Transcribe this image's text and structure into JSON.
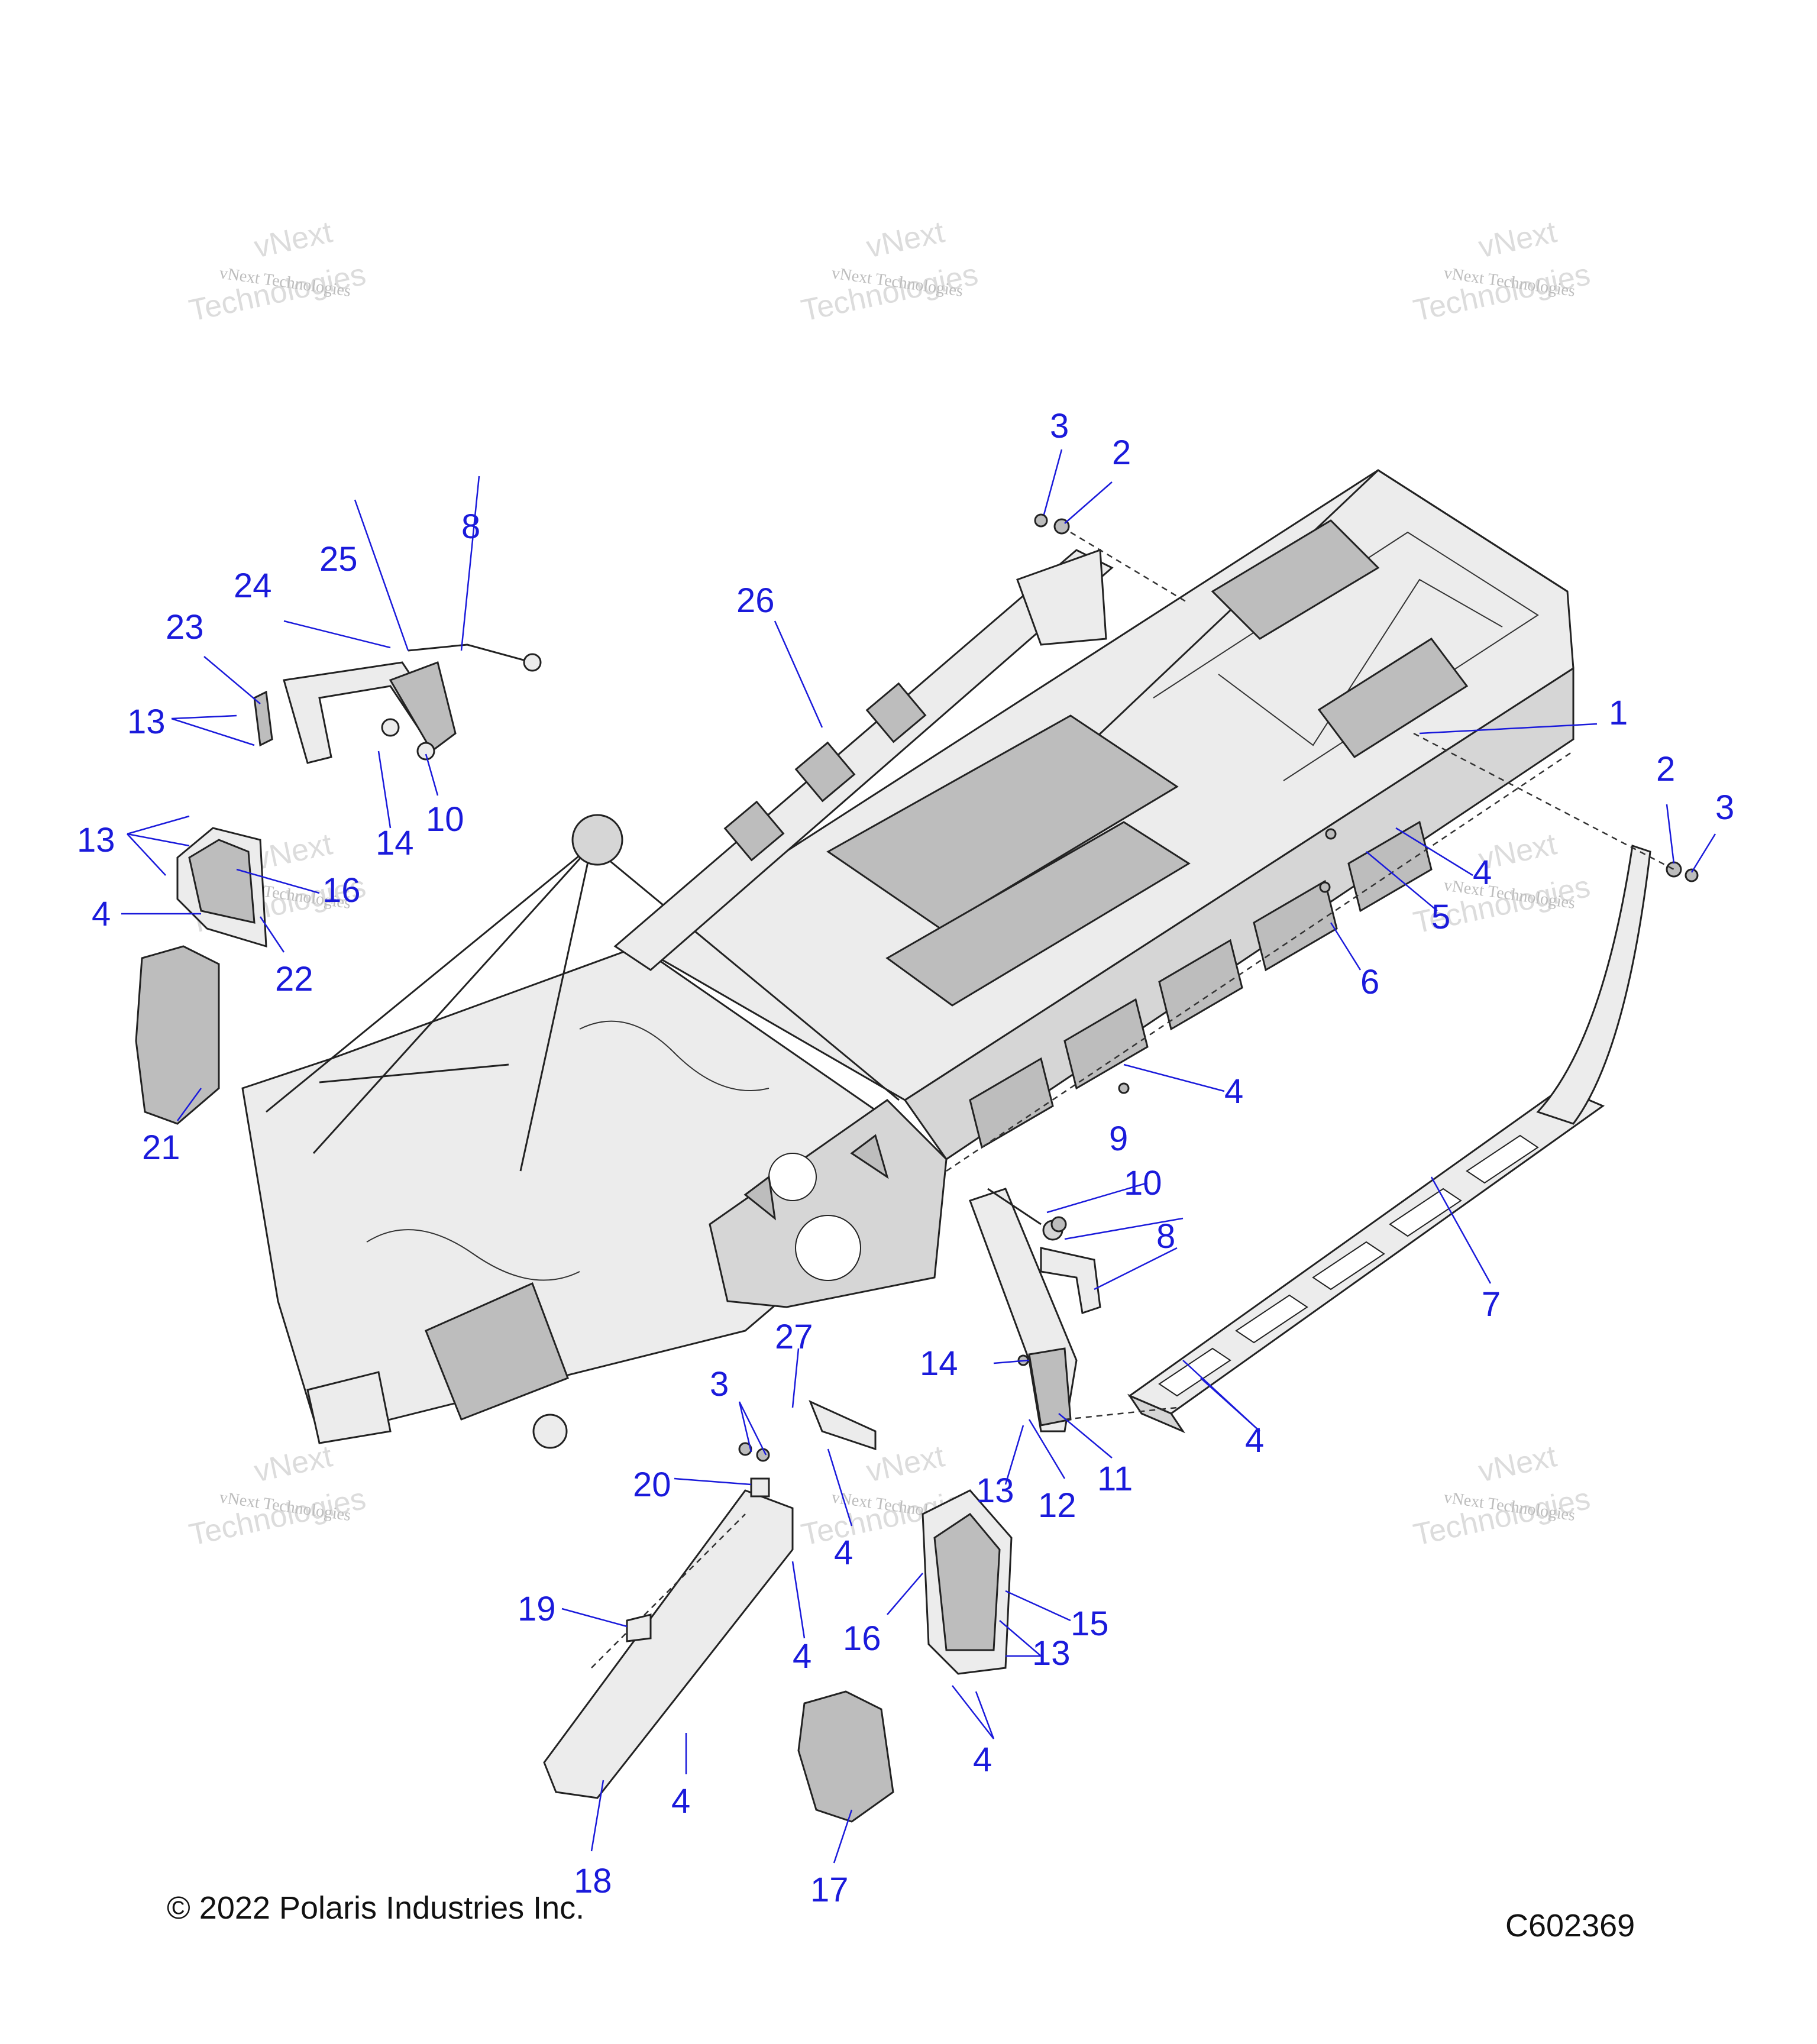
{
  "watermark": {
    "line1": "vNext Technologies",
    "line2": "vNext",
    "line3": "Technologies"
  },
  "callouts": {
    "c1": "1",
    "c2a": "2",
    "c2b": "2",
    "c3a": "3",
    "c3b": "3",
    "c3c": "3",
    "c4a": "4",
    "c4b": "4",
    "c4c": "4",
    "c4d": "4",
    "c4e": "4",
    "c4f": "4",
    "c4g": "4",
    "c4h": "4",
    "c5": "5",
    "c6": "6",
    "c7": "7",
    "c8a": "8",
    "c8b": "8",
    "c9": "9",
    "c10a": "10",
    "c10b": "10",
    "c11": "11",
    "c12": "12",
    "c13a": "13",
    "c13b": "13",
    "c13c": "13",
    "c13d": "13",
    "c14a": "14",
    "c14b": "14",
    "c15": "15",
    "c16a": "16",
    "c16b": "16",
    "c17": "17",
    "c18": "18",
    "c19": "19",
    "c20": "20",
    "c21": "21",
    "c22": "22",
    "c23": "23",
    "c24": "24",
    "c25": "25",
    "c26": "26",
    "c27": "27"
  },
  "footer": {
    "copyright": "© 2022 Polaris Industries Inc.",
    "code": "C602369"
  },
  "colors": {
    "callout": "#1a1adb",
    "outline": "#222222",
    "panel_shade": "#bdbdbd"
  }
}
